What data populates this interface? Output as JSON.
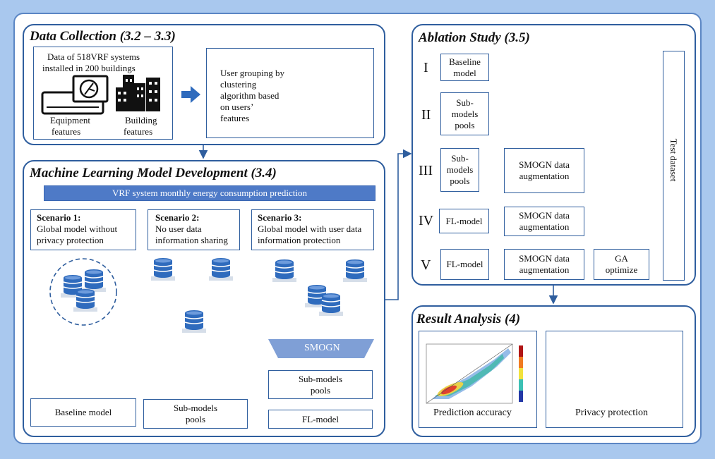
{
  "data_collection": {
    "title": "Data Collection (3.2 – 3.3)",
    "description_line1": "Data of 518VRF systems",
    "description_line2": "installed in 200 buildings",
    "equipment_label_1": "Equipment",
    "equipment_label_2": "features",
    "building_label_1": "Building",
    "building_label_2": "features",
    "grouping_lines": [
      "User grouping by",
      "clustering",
      "algorithm based",
      "on users’",
      "features"
    ]
  },
  "ml_development": {
    "title": "Machine Learning Model Development (3.4)",
    "banner": "VRF system monthly energy consumption prediction",
    "scenarios": [
      {
        "heading": "Scenario 1:",
        "line1": "Global model without",
        "line2": "privacy protection"
      },
      {
        "heading": "Scenario 2:",
        "line1": "No user data",
        "line2": "information sharing"
      },
      {
        "heading": "Scenario 3:",
        "line1": "Global model with user data",
        "line2": "information protection"
      }
    ],
    "baseline_model": "Baseline model",
    "submodels_line1": "Sub-models",
    "submodels_line2": "pools",
    "smogn": "SMOGN",
    "fl_model": "FL-model"
  },
  "ablation": {
    "title": "Ablation Study (3.5)",
    "rows": [
      {
        "roman": "I",
        "a1": "Baseline",
        "a2": "model"
      },
      {
        "roman": "II",
        "a1": "Sub-",
        "a2": "models",
        "a3": "pools"
      },
      {
        "roman": "III",
        "a1": "Sub-",
        "a2": "models",
        "a3": "pools",
        "b1": "SMOGN data",
        "b2": "augmentation"
      },
      {
        "roman": "IV",
        "a1": "FL-model",
        "b1": "SMOGN data",
        "b2": "augmentation"
      },
      {
        "roman": "V",
        "a1": "FL-model",
        "b1": "SMOGN data",
        "b2": "augmentation",
        "c1": "GA",
        "c2": "optimize"
      }
    ],
    "test_dataset": "Test dataset"
  },
  "result_analysis": {
    "title": "Result Analysis (4)",
    "prediction": "Prediction accuracy",
    "privacy": "Privacy protection"
  },
  "colors": {
    "accent": "#2f5e9e",
    "background": "#a9c8ee",
    "banner": "#4e7ac7"
  }
}
